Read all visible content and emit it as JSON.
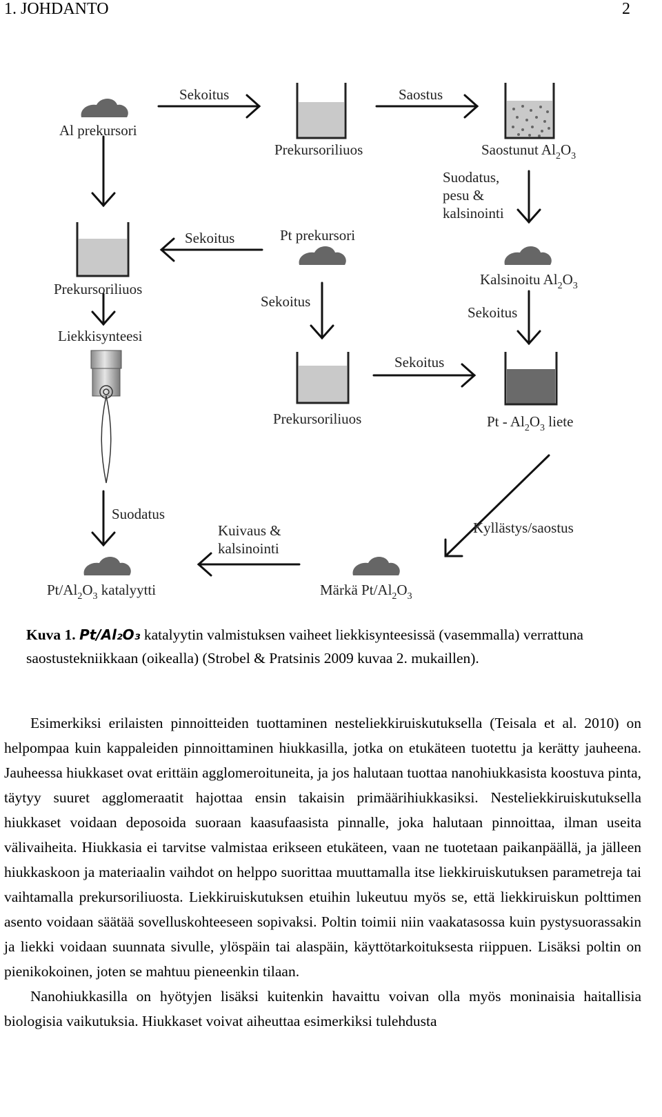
{
  "header": {
    "chapter": "1. JOHDANTO",
    "page_number": "2"
  },
  "figure": {
    "labels": {
      "al_precursor": "Al prekursori",
      "mixing_1": "Sekoitus",
      "precursor_solution_top": "Prekursoriliuos",
      "precipitation": "Saostus",
      "precipitated": "Saostunut Al",
      "sub_2": "2",
      "sub_3": "3",
      "o": "O",
      "filtration_line1": "Suodatus,",
      "filtration_line2": "pesu &",
      "filtration_line3": "kalsinointi",
      "calcined": "Kalsinoitu Al",
      "mixing_right": "Sekoitus",
      "pt_precursor": "Pt prekursori",
      "mixing_left": "Sekoitus",
      "mixing_center": "Sekoitus",
      "precursor_solution_left": "Prekursoriliuos",
      "flame_synthesis": "Liekkisynteesi",
      "mixing_middle": "Sekoitus",
      "precursor_solution_center": "Prekursoriliuos",
      "slurry_prefix": "Pt - Al",
      "slurry_suffix": " liete",
      "filtration": "Suodatus",
      "drying_line1": "Kuivaus &",
      "drying_line2": "kalsinointi",
      "impregnation": "Kyllästys/saostus",
      "catalyst_prefix": "Pt/Al",
      "catalyst_suffix": "  katalyytti",
      "wet_prefix": "Märkä Pt/Al"
    }
  },
  "caption": {
    "label": "Kuva 1.",
    "formula": "Pt/Al₂O₃",
    "text": " katalyytin valmistuksen vaiheet liekkisynteesissä (vasemmalla) verrattuna saostustekniikkaan (oikealla) (Strobel & Pratsinis 2009 kuvaa 2. mukaillen)."
  },
  "paragraphs": [
    "Esimerkiksi erilaisten pinnoitteiden tuottaminen nesteliekkiruiskutuksella (Teisala et al. 2010) on helpompaa kuin kappaleiden pinnoittaminen hiukkasilla, jotka on etukäteen tuotettu ja kerätty jauheena. Jauheessa hiukkaset ovat erittäin agglomeroituneita, ja jos halutaan tuottaa nanohiukkasista koostuva pinta, täytyy suuret agglomeraatit hajottaa ensin takaisin primäärihiukkasiksi. Nesteliekkiruiskutuksella hiukkaset voidaan deposoida suoraan kaasufaasista pinnalle, joka halutaan pinnoittaa, ilman useita välivaiheita. Hiukkasia ei tarvitse valmistaa erikseen etukäteen, vaan ne tuotetaan paikanpäällä, ja jälleen hiukkaskoon ja materiaalin vaihdot on helppo suorittaa muuttamalla itse liekkiruiskutuksen parametreja tai vaihtamalla prekursoriliuosta. Liekkiruiskutuksen etuihin lukeutuu myös se, että liekkiruiskun polttimen asento voidaan säätää sovelluskohteeseen sopivaksi. Poltin toimii niin vaakatasossa kuin pystysuorassakin ja liekki voidaan suunnata sivulle, ylöspäin tai alaspäin, käyttötarkoituksesta riippuen. Lisäksi poltin on pienikokoinen, joten se mahtuu pieneenkin tilaan.",
    "Nanohiukkasilla on hyötyjen lisäksi kuitenkin havaittu voivan olla myös moninaisia haitallisia biologisia vaikutuksia. Hiukkaset voivat aiheuttaa esimerkiksi tulehdusta"
  ]
}
